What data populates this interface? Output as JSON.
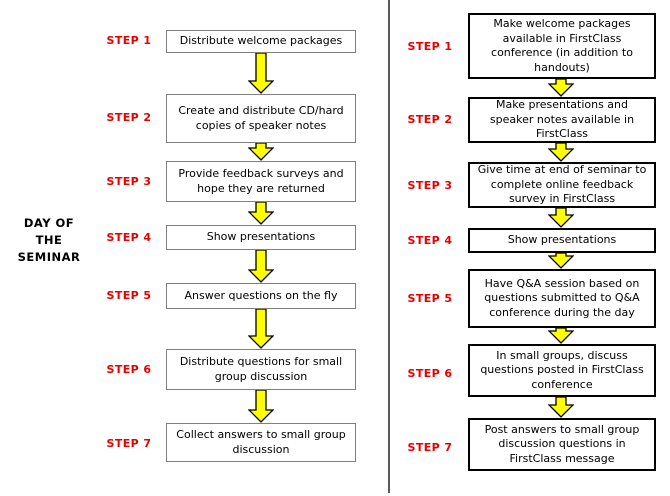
{
  "diagram": {
    "title_context": "Seminar day process flowchart comparison",
    "side_label": {
      "line1": "DAY OF",
      "line2": "THE",
      "line3": "SEMINAR"
    },
    "left": {
      "steps": [
        {
          "label": "STEP 1",
          "text": "Distribute welcome packages"
        },
        {
          "label": "STEP 2",
          "text": "Create and distribute CD/hard copies of speaker notes"
        },
        {
          "label": "STEP 3",
          "text": "Provide feedback surveys and hope they are returned"
        },
        {
          "label": "STEP 4",
          "text": "Show presentations"
        },
        {
          "label": "STEP 5",
          "text": "Answer questions on the fly"
        },
        {
          "label": "STEP 6",
          "text": "Distribute questions for small group discussion"
        },
        {
          "label": "STEP 7",
          "text": "Collect answers to small group discussion"
        }
      ]
    },
    "right": {
      "steps": [
        {
          "label": "STEP 1",
          "text": "Make welcome packages available in FirstClass conference (in addition to handouts)"
        },
        {
          "label": "STEP 2",
          "text": "Make presentations and speaker notes available in FirstClass"
        },
        {
          "label": "STEP 3",
          "text": "Give time at end of seminar to complete online feedback survey in FirstClass"
        },
        {
          "label": "STEP 4",
          "text": "Show presentations"
        },
        {
          "label": "STEP 5",
          "text": "Have Q&A session based on questions submitted to Q&A conference during the day"
        },
        {
          "label": "STEP 6",
          "text": "In small groups, discuss questions posted in FirstClass conference"
        },
        {
          "label": "STEP 7",
          "text": "Post answers to small group discussion questions in FirstClass message"
        }
      ]
    },
    "colors": {
      "step_label": "#e80000",
      "arrow_fill": "#ffff00",
      "arrow_stroke": "#000000",
      "left_box_border": "#808080",
      "right_box_border": "#000000",
      "divider": "#5a5a5a"
    }
  }
}
